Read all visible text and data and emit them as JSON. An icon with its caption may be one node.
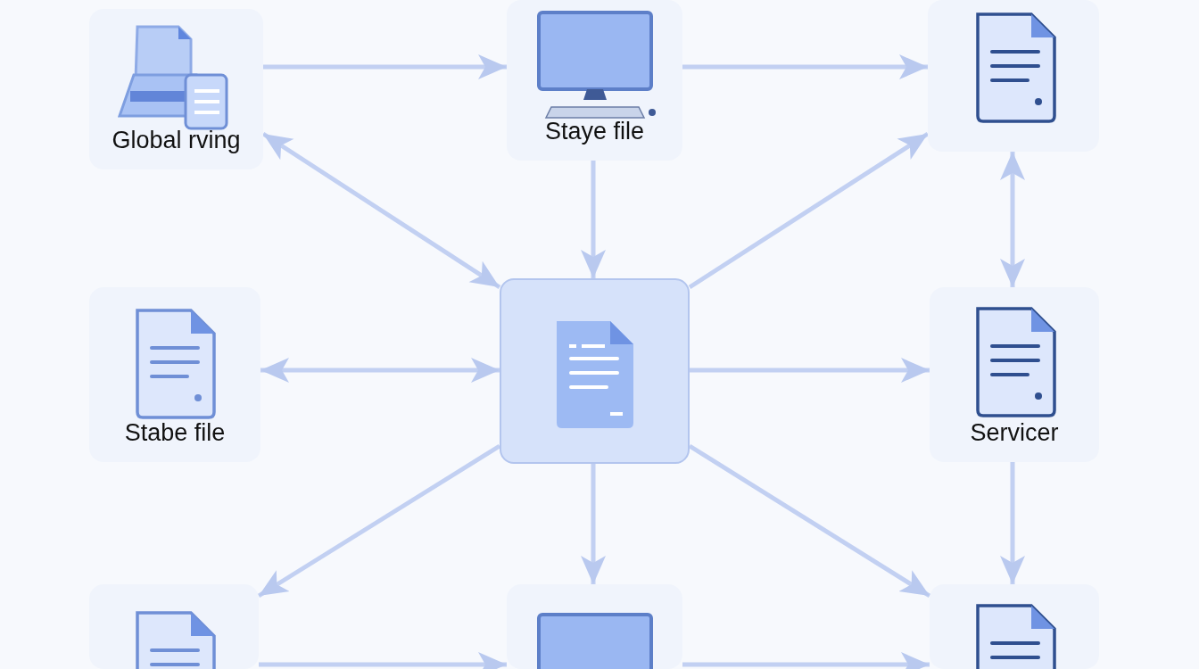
{
  "diagram": {
    "nodes": [
      {
        "text": [
          "Global rving"
        ]
      },
      {
        "text": [
          "Staye file"
        ]
      },
      {
        "text": [],
        "shape": "box"
      },
      {
        "text": [
          "Stabe file"
        ]
      },
      {
        "text": [],
        "shape": "box"
      },
      {
        "text": [
          "Servicer"
        ]
      },
      {
        "text": [],
        "shape": "box"
      },
      {
        "text": [],
        "shape": "box"
      },
      {
        "text": [],
        "shape": "box"
      }
    ],
    "edges": [
      {
        "from": 0,
        "to": 1,
        "arrow": "to"
      },
      {
        "from": 1,
        "to": 2,
        "arrow": "to"
      },
      {
        "from": 4,
        "to": 0,
        "arrow": "both"
      },
      {
        "from": 1,
        "to": 4,
        "arrow": "to"
      },
      {
        "from": 4,
        "to": 2,
        "arrow": "to"
      },
      {
        "from": 2,
        "to": 5,
        "arrow": "both"
      },
      {
        "from": 3,
        "to": 4,
        "arrow": "both"
      },
      {
        "from": 4,
        "to": 5,
        "arrow": "to"
      },
      {
        "from": 4,
        "to": 6,
        "arrow": "to"
      },
      {
        "from": 4,
        "to": 7,
        "arrow": "to"
      },
      {
        "from": 4,
        "to": 8,
        "arrow": "to"
      },
      {
        "from": 5,
        "to": 8,
        "arrow": "to"
      },
      {
        "from": 6,
        "to": 7,
        "arrow": "to"
      },
      {
        "from": 7,
        "to": 8,
        "arrow": "to"
      }
    ]
  }
}
